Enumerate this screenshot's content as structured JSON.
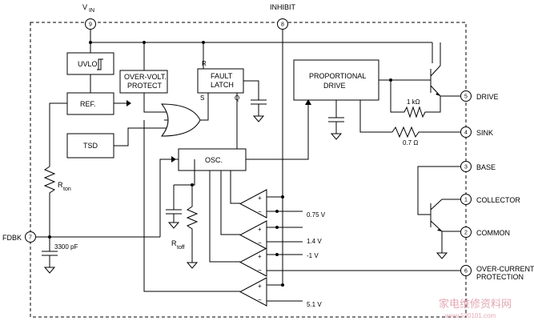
{
  "pins": {
    "vin": {
      "label": "V",
      "sub": "IN",
      "num": "9"
    },
    "inhibit": {
      "label": "INHIBIT",
      "num": "8"
    },
    "drive": {
      "label": "DRIVE",
      "num": "5"
    },
    "sink": {
      "label": "SINK",
      "num": "4"
    },
    "base": {
      "label": "BASE",
      "num": "3"
    },
    "collector": {
      "label": "COLLECTOR",
      "num": "1"
    },
    "common": {
      "label": "COMMON",
      "num": "2"
    },
    "overcurrent": {
      "label1": "OVER-CURRENT",
      "label2": "PROTECTION",
      "num": "6"
    },
    "fdbk": {
      "label": "FDBK",
      "num": "7"
    }
  },
  "blocks": {
    "uvlo": "UVLO",
    "ref": "REF.",
    "tsd": "TSD",
    "overvolt1": "OVER-VOLT.",
    "overvolt2": "PROTECT",
    "fault1": "FAULT",
    "fault2": "LATCH",
    "latch_r": "R",
    "latch_s": "S",
    "latch_q": "Q",
    "osc": "OSC.",
    "prop1": "PROPORTIONAL",
    "prop2": "DRIVE"
  },
  "components": {
    "r1k": "1 kΩ",
    "r07": "0.7 Ω",
    "rton": "R",
    "rton_sub": "ton",
    "rtoff": "R",
    "rtoff_sub": "toff",
    "cap": "3300 pF"
  },
  "references": {
    "v075": "0.75 V",
    "v14": "1.4 V",
    "vm1": "-1 V",
    "v51": "5.1 V"
  },
  "comparator_sign": {
    "plus": "+",
    "minus": "−"
  },
  "watermark": "家电维修资料网",
  "watermark_url": "www.520101.com"
}
